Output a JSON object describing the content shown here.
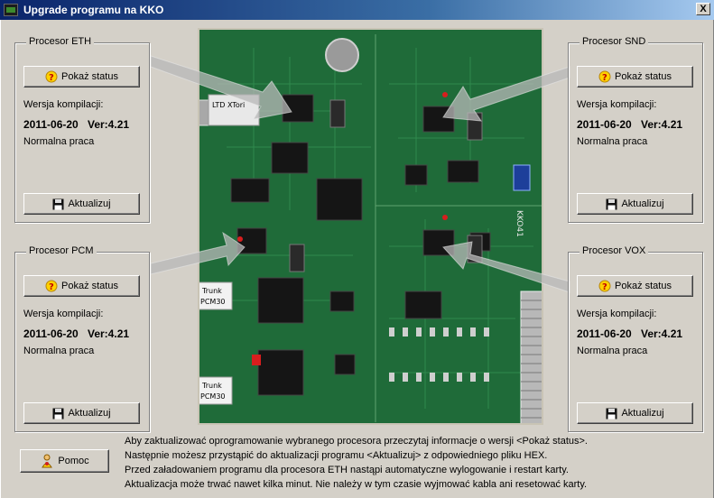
{
  "window": {
    "title": "Upgrade programu na KKO",
    "close_label": "X"
  },
  "colors": {
    "titlebar_start": "#0a246a",
    "titlebar_end": "#a6caf0",
    "face": "#d4d0c8",
    "pcb_green": "#1f6b39"
  },
  "icons": {
    "status": "question-icon",
    "update": "floppy-disk-icon",
    "help": "help-person-icon"
  },
  "processors": [
    {
      "legend": "Procesor ETH",
      "status_label": "Pokaż status",
      "version_label": "Wersja kompilacji:",
      "date": "2011-06-20",
      "version": "Ver:4.21",
      "state": "Normalna praca",
      "update_label": "Aktualizuj"
    },
    {
      "legend": "Procesor SND",
      "status_label": "Pokaż status",
      "version_label": "Wersja kompilacji:",
      "date": "2011-06-20",
      "version": "Ver:4.21",
      "state": "Normalna praca",
      "update_label": "Aktualizuj"
    },
    {
      "legend": "Procesor PCM",
      "status_label": "Pokaż status",
      "version_label": "Wersja kompilacji:",
      "date": "2011-06-20",
      "version": "Ver:4.21",
      "state": "Normalna praca",
      "update_label": "Aktualizuj"
    },
    {
      "legend": "Procesor VOX",
      "status_label": "Pokaż status",
      "version_label": "Wersja kompilacji:",
      "date": "2011-06-20",
      "version": "Ver:4.21",
      "state": "Normalna praca",
      "update_label": "Aktualizuj"
    }
  ],
  "board": {
    "module_label": "LTD XTori",
    "card_label": "KKO41",
    "trunk_labels": [
      {
        "line1": "Trunk",
        "line2": "PCM30"
      },
      {
        "line1": "Trunk",
        "line2": "PCM30"
      }
    ]
  },
  "help": {
    "button_label": "Pomoc"
  },
  "info_lines": [
    "Aby zaktualizować oprogramowanie wybranego procesora przeczytaj informacje o wersji <Pokaż status>.",
    "Następnie możesz przystąpić do aktualizacji programu <Aktualizuj> z odpowiedniego pliku HEX.",
    "Przed załadowaniem programu dla procesora ETH nastąpi automatyczne wylogowanie i restart karty.",
    "Aktualizacja może trwać nawet kilka minut. Nie należy w tym czasie wyjmować kabla ani resetować karty."
  ]
}
